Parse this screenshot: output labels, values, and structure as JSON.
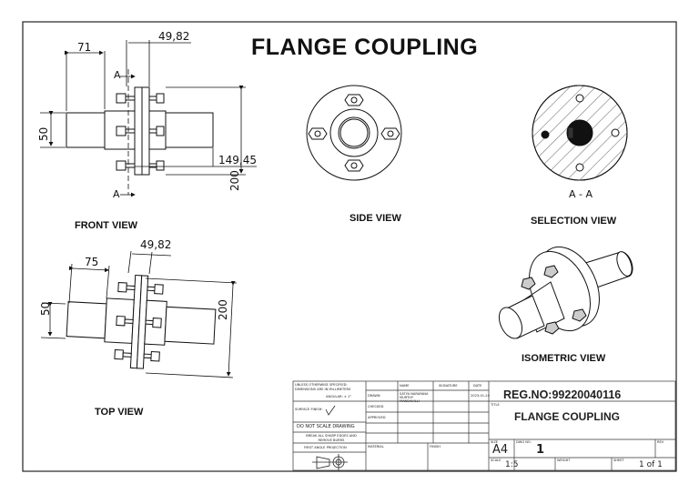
{
  "sheet": {
    "title": "FLANGE COUPLING"
  },
  "views": {
    "front": "FRONT VIEW",
    "side": "SIDE VIEW",
    "selection": "SELECTION VIEW",
    "top": "TOP VIEW",
    "isometric": "ISOMETRIC  VIEW",
    "section_label": "A - A",
    "section_marker": "A"
  },
  "dimensions": {
    "front_shaft_length": "71",
    "front_flange_width": "49,82",
    "front_shaft_dia": "50",
    "front_length": "149,45",
    "front_height": "200",
    "top_shaft_length": "75",
    "top_flange_width": "49,82",
    "top_shaft_dia": "50",
    "top_height": "200"
  },
  "title_block": {
    "notes": "UNLESS OTHERWISE SPECIFIED: DIMENSIONS ARE IN MILLIMETERS",
    "angular": "ANGULAR: ± 1°",
    "surface": "SURFACE FINISH:",
    "do_not_scale": "DO NOT SCALE DRAWING",
    "break_edges": "BREAK ALL SHARP EDGES AND REMOVE BURRS",
    "projection": "FIRST ANGLE PROJECTION",
    "col_name": "NAME",
    "col_signature": "SIGNATURE",
    "col_date": "DATE",
    "row_drawn": "DRAWN",
    "row_checked": "CHECKED",
    "row_approved": "APPROVED",
    "drawn_name": "SATYA NARAYANA MURTHY MANDAVILLI",
    "drawn_date": "2023-01-24",
    "material": "MATERIAL",
    "finish": "FINISH",
    "reg_no": "REG.NO:99220040116",
    "title_label": "TITLE",
    "title": "FLANGE COUPLING",
    "size_label": "SIZE",
    "size": "A4",
    "dwg_label": "DWG NO.",
    "dwg_no": "1",
    "rev_label": "REV",
    "scale_label": "SCALE",
    "scale": "1:5",
    "weight_label": "WEIGHT",
    "sheet_label": "SHEET",
    "sheet": "1 of 1"
  }
}
